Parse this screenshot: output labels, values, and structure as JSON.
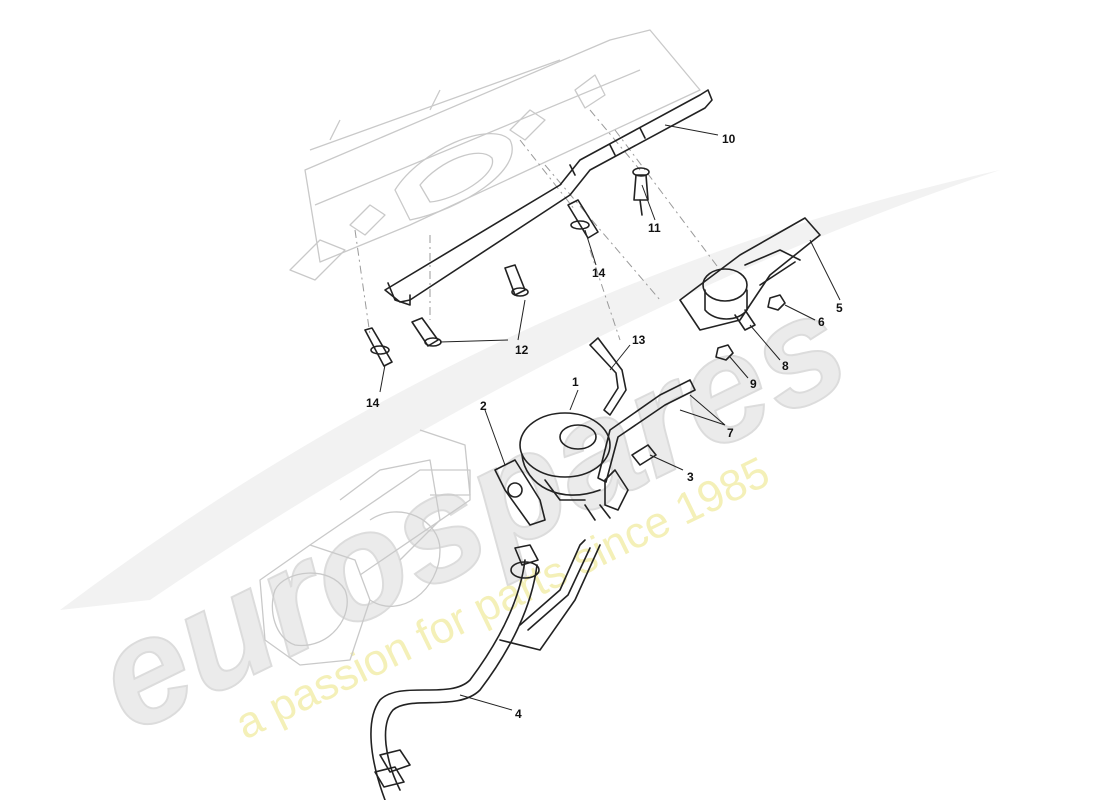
{
  "watermark": {
    "brand": "eurospares",
    "tagline": "a passion for parts since 1985"
  },
  "callouts": [
    {
      "id": "1",
      "label": "1"
    },
    {
      "id": "2",
      "label": "2"
    },
    {
      "id": "3",
      "label": "3"
    },
    {
      "id": "4",
      "label": "4"
    },
    {
      "id": "5",
      "label": "5"
    },
    {
      "id": "6",
      "label": "6"
    },
    {
      "id": "7",
      "label": "7"
    },
    {
      "id": "8",
      "label": "8"
    },
    {
      "id": "9",
      "label": "9"
    },
    {
      "id": "10",
      "label": "10"
    },
    {
      "id": "11",
      "label": "11"
    },
    {
      "id": "12",
      "label": "12"
    },
    {
      "id": "13",
      "label": "13"
    },
    {
      "id": "14a",
      "label": "14"
    },
    {
      "id": "14b",
      "label": "14"
    }
  ]
}
